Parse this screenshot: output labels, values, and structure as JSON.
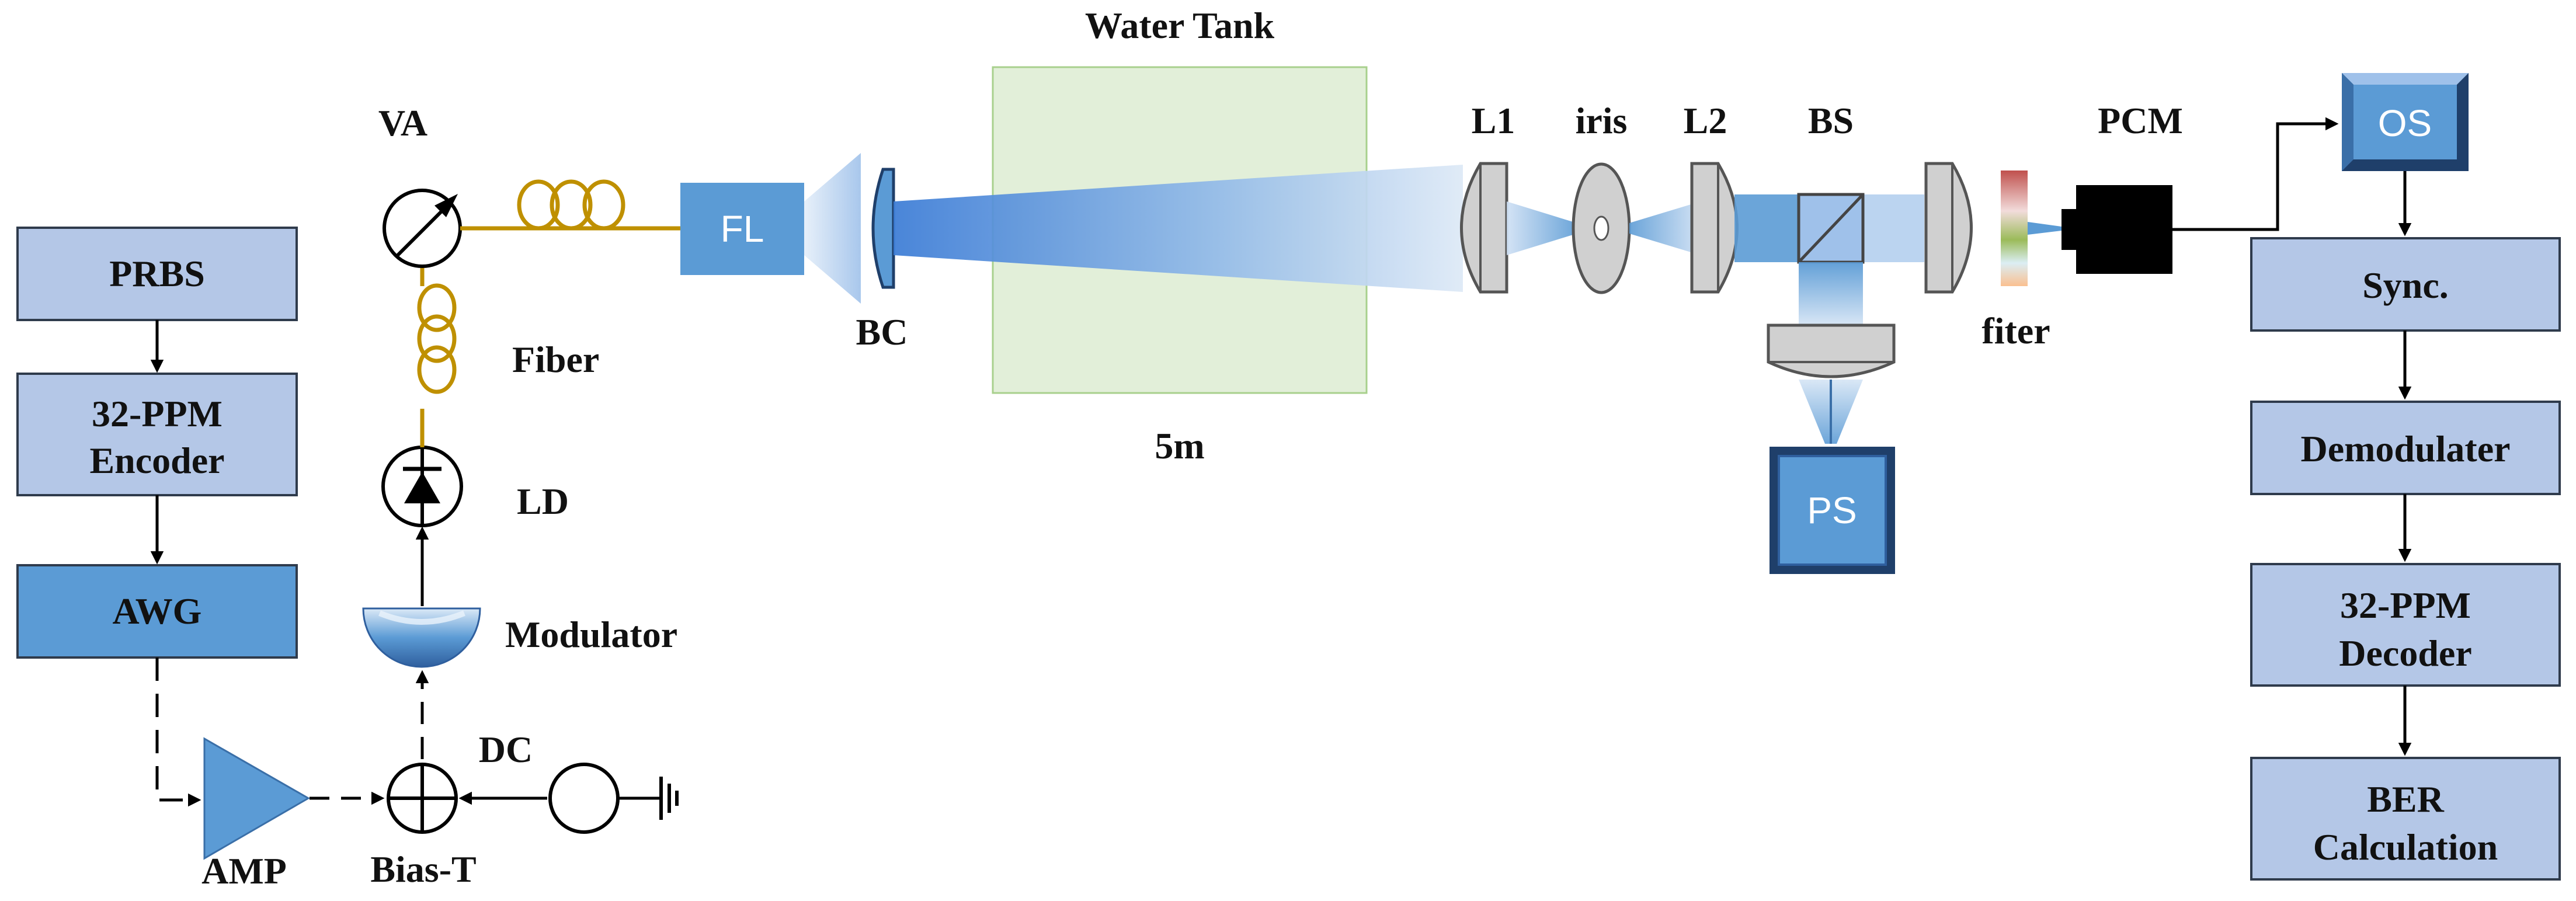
{
  "title": "Water Tank",
  "distance": "5m",
  "tx_chain": {
    "prbs": "PRBS",
    "encoder_line1": "32-PPM",
    "encoder_line2": "Encoder",
    "awg": "AWG",
    "amp": "AMP",
    "bias_t": "Bias-T",
    "dc": "DC",
    "modulator": "Modulator",
    "ld": "LD",
    "fiber": "Fiber",
    "va": "VA",
    "fl": "FL",
    "bc": "BC"
  },
  "rx_optics": {
    "l1": "L1",
    "iris": "iris",
    "l2": "L2",
    "bs": "BS",
    "ps": "PS",
    "filter": "fiter",
    "pcm": "PCM"
  },
  "rx_chain": {
    "os": "OS",
    "sync": "Sync.",
    "demod": "Demodulater",
    "decoder_line1": "32-PPM",
    "decoder_line2": "Decoder",
    "ber_line1": "BER",
    "ber_line2": "Calculation"
  },
  "colors": {
    "box_light": "#b4c7e7",
    "box_dark": "#5b9bd5",
    "tank": "#e2efd9",
    "fiber": "#bf9000",
    "beam": "#5b9bd5",
    "lens": "#d0d0d0"
  }
}
